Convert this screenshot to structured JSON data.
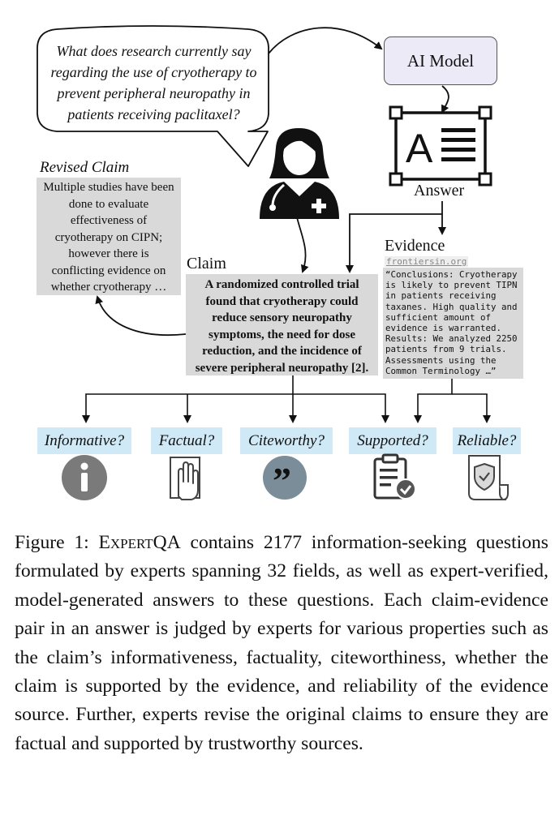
{
  "question": "What does research currently say regarding the use of cryotherapy to prevent peripheral neuropathy in patients receiving paclitaxel?",
  "model_label": "AI Model",
  "answer_label": "Answer",
  "revised_claim": {
    "title": "Revised Claim",
    "text": "Multiple studies have been done to evaluate effectiveness of cryotherapy on CIPN; however there is conflicting evidence on whether cryotherapy …"
  },
  "claim": {
    "title": "Claim",
    "text": "A randomized controlled trial found that cryotherapy could reduce sensory neuropathy symptoms, the need for dose reduction, and the incidence of severe peripheral neuropathy [2]."
  },
  "evidence": {
    "title": "Evidence",
    "source": "frontiersin.org",
    "text": "“Conclusions: Cryotherapy is likely to prevent TIPN in patients receiving taxanes. High quality and sufficient amount of evidence is warranted. Results: We analyzed 2250 patients from 9 trials. Assessments using the Common Terminology …”"
  },
  "properties": [
    {
      "label": "Informative?",
      "icon": "info-icon"
    },
    {
      "label": "Factual?",
      "icon": "hand-on-document-icon"
    },
    {
      "label": "Citeworthy?",
      "icon": "quote-icon"
    },
    {
      "label": "Supported?",
      "icon": "clipboard-check-icon"
    },
    {
      "label": "Reliable?",
      "icon": "shield-certificate-icon"
    }
  ],
  "caption": {
    "prefix": "Figure 1: ",
    "name": "ExpertQA",
    "body": " contains 2177 information-seeking questions formulated by experts spanning 32 fields, as well as expert-verified, model-generated answers to these questions. Each claim-evidence pair in an answer is judged by experts for various properties such as the claim’s informativeness, factuality, citeworthiness, whether the claim is supported by the evidence, and reliability of the evidence source. Further, experts revise the original claims to ensure they are factual and supported by trustworthy sources."
  },
  "colors": {
    "model_box_fill": "#eceaf7",
    "gray_box": "#d9d9d9",
    "property_label_bg": "#cfe9f7",
    "icon_gray": "#7a7a7a"
  }
}
